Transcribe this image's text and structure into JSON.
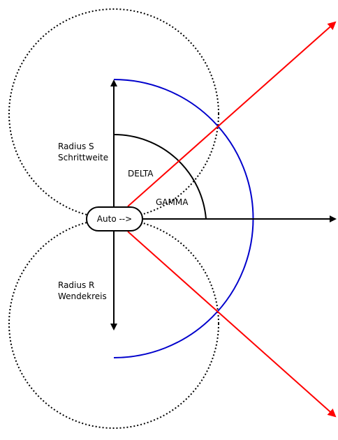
{
  "diagram": {
    "labels": {
      "radius_s_line1": "Radius S",
      "radius_s_line2": "Schrittweite",
      "radius_r_line1": "Radius R",
      "radius_r_line2": "Wendekreis",
      "delta": "DELTA",
      "gamma": "GAMMA",
      "car": "Auto -->"
    },
    "colors": {
      "black": "#000000",
      "blue": "#0000cc",
      "red": "#ff0000",
      "background": "#ffffff"
    }
  }
}
